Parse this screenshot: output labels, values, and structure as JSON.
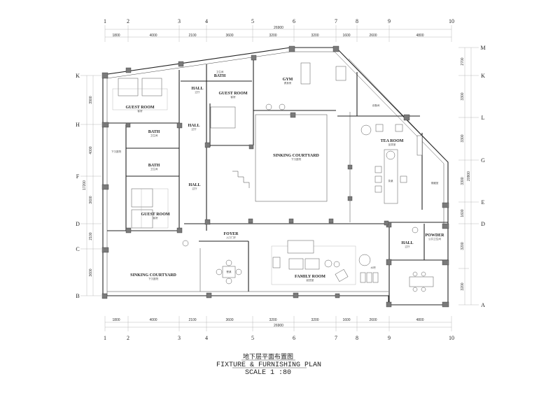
{
  "title": {
    "cn": "地下层平面布置图",
    "en": "FIXTURE & FURNISHING PLAN",
    "scale": "SCALE 1 :80"
  },
  "axes": {
    "columns": [
      "1",
      "2",
      "3",
      "4",
      "5",
      "6",
      "7",
      "8",
      "9",
      "10"
    ],
    "column_dims": [
      "1800",
      "4000",
      "2100",
      "3600",
      "3200",
      "3200",
      "1600",
      "2600",
      "4800"
    ],
    "column_total": "26900",
    "left_rows": [
      "K",
      "H",
      "F",
      "D",
      "C",
      "B"
    ],
    "left_dims": [
      "3900",
      "4000",
      "3600",
      "2100",
      "3600"
    ],
    "left_total": "17200",
    "right_rows": [
      "M",
      "K",
      "L",
      "G",
      "E",
      "D",
      "A"
    ],
    "right_dims": [
      "2700",
      "3300",
      "3300",
      "3300",
      "1600",
      "3200",
      "3200"
    ],
    "right_total": "20900"
  },
  "rooms": {
    "guest_room_1": {
      "en": "GUEST ROOM",
      "cn": "客房"
    },
    "bath_top": {
      "en": "BATH",
      "cn": "卫生间"
    },
    "hall_1": {
      "en": "HALL",
      "cn": "过厅"
    },
    "guest_room_2": {
      "en": "GUEST ROOM",
      "cn": "客房"
    },
    "hall_2": {
      "en": "HALL",
      "cn": "过厅"
    },
    "bath_2": {
      "en": "BATH",
      "cn": "卫生间"
    },
    "bath_3": {
      "en": "BATH",
      "cn": "卫生间"
    },
    "courtyard_left_note": {
      "cn": "下沉庭院"
    },
    "hall_3": {
      "en": "HALL",
      "cn": "过厅"
    },
    "guest_room_3": {
      "en": "GUEST ROOM",
      "cn": "客房"
    },
    "gym": {
      "en": "GYM",
      "cn": "健身房"
    },
    "equipment": {
      "cn": "设备间"
    },
    "sinking_courtyard_1": {
      "en": "SINKING COURTYARD",
      "cn": "下沉庭院"
    },
    "tea_room": {
      "en": "TEA ROOM",
      "cn": "品茶室"
    },
    "storage": {
      "cn": "储藏室"
    },
    "foyer": {
      "en": "FOYER",
      "cn": "入口门厅"
    },
    "sinking_courtyard_2": {
      "en": "SINKING COURTYARD",
      "cn": "下沉庭院"
    },
    "family_room": {
      "en": "FAMILY ROOM",
      "cn": "起居室"
    },
    "hall_4": {
      "en": "HALL",
      "cn": "过厅"
    },
    "powder": {
      "en": "POWDER",
      "cn": "公共卫生间"
    },
    "dining_table_note": {
      "cn": "餐桌"
    },
    "bar_note": {
      "cn": "水吧"
    },
    "table_note": {
      "cn": "茶桌"
    }
  }
}
